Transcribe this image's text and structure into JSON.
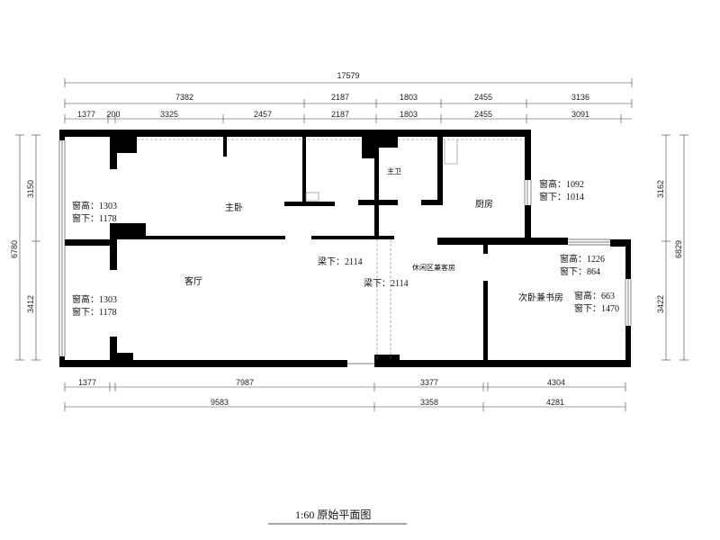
{
  "dimensions": {
    "top_overall": "17579",
    "top_row2": [
      "7382",
      "2187",
      "1803",
      "2455",
      "3136"
    ],
    "top_row3": [
      "1377",
      "200",
      "3325",
      "2457",
      "2187",
      "1803",
      "2455",
      "3091"
    ],
    "left_upper": "3150",
    "left_total": "6780",
    "left_lower": "3412",
    "right_upper": "3162",
    "right_total": "6829",
    "right_lower": "3422",
    "bottom_row1": [
      "1377",
      "7987",
      "3377",
      "4304"
    ],
    "bottom_row2": [
      "9583",
      "3358",
      "4281"
    ]
  },
  "rooms": {
    "master_bedroom": "主卧",
    "master_bath": "主卫",
    "kitchen": "厨房",
    "living_room": "客厅",
    "leisure_guest": "休闲区兼客房",
    "second_study": "次卧兼书房"
  },
  "annotations": {
    "bedroom_window_h": "窗高：1303",
    "bedroom_window_b": "窗下：1178",
    "living_window_h": "窗高：1303",
    "living_window_b": "窗下：1178",
    "kitchen_window_h": "窗高：1092",
    "kitchen_window_b": "窗下：1014",
    "second_top_window_h": "窗高：1226",
    "second_top_window_b": "窗下：864",
    "second_side_window_h": "窗高：663",
    "second_side_window_b": "窗下：1470",
    "beam_1": "梁下：2114",
    "beam_2": "梁下：2114"
  },
  "title": "1:60 原始平面图"
}
